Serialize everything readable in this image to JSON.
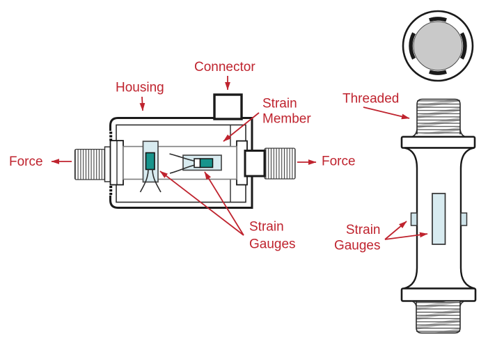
{
  "figure": {
    "type": "technical-diagram",
    "subject": "strain gauge load cell force transducer",
    "labels": {
      "connector": "Connector",
      "housing": "Housing",
      "strain_member": [
        "Strain",
        "Member"
      ],
      "force_left": "Force",
      "force_right": "Force",
      "strain_gauges": [
        "Strain",
        "Gauges"
      ],
      "threaded": "Threaded",
      "strain_gauges_column": [
        "Strain",
        "Gauges"
      ]
    },
    "colors": {
      "label_red": "#bf232e",
      "gauge_teal": "#18948c",
      "gauge_backing_blue": "#d8ebf0",
      "tab_blue": "#cfe4ea",
      "metal_gray": "#c9c9c9",
      "thread_hatch_gray": "#c6c6c6",
      "member_outline_gray": "#7d7d7d",
      "line_black": "#1a1a1a"
    }
  }
}
